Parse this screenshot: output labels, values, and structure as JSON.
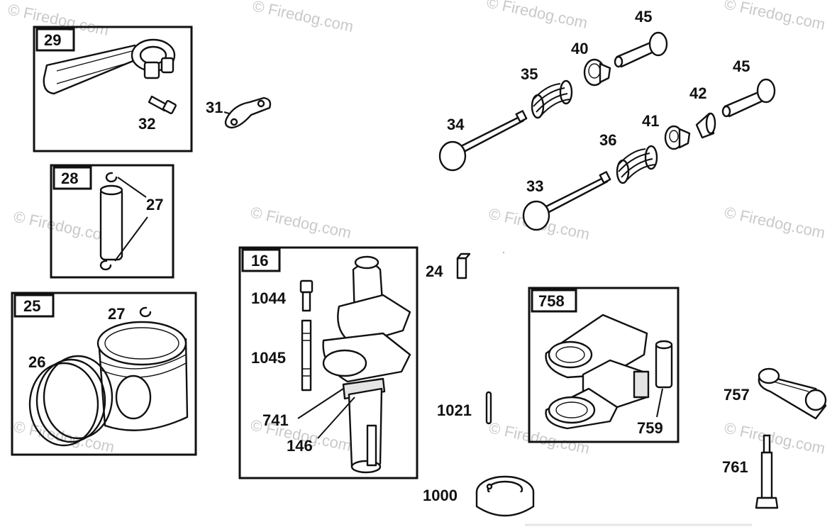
{
  "watermark": "© Firedog.com",
  "callouts": {
    "c29": "29",
    "c32": "32",
    "c31": "31",
    "c28": "28",
    "c27a": "27",
    "c25": "25",
    "c27b": "27",
    "c26": "26",
    "c16": "16",
    "c1044": "1044",
    "c1045": "1045",
    "c741": "741",
    "c146": "146",
    "c24": "24",
    "c1021": "1021",
    "c1000": "1000",
    "c45a": "45",
    "c40": "40",
    "c35": "35",
    "c34": "34",
    "c45b": "45",
    "c42": "42",
    "c41": "41",
    "c36": "36",
    "c33": "33",
    "c758": "758",
    "c759": "759",
    "c757": "757",
    "c761": "761"
  }
}
